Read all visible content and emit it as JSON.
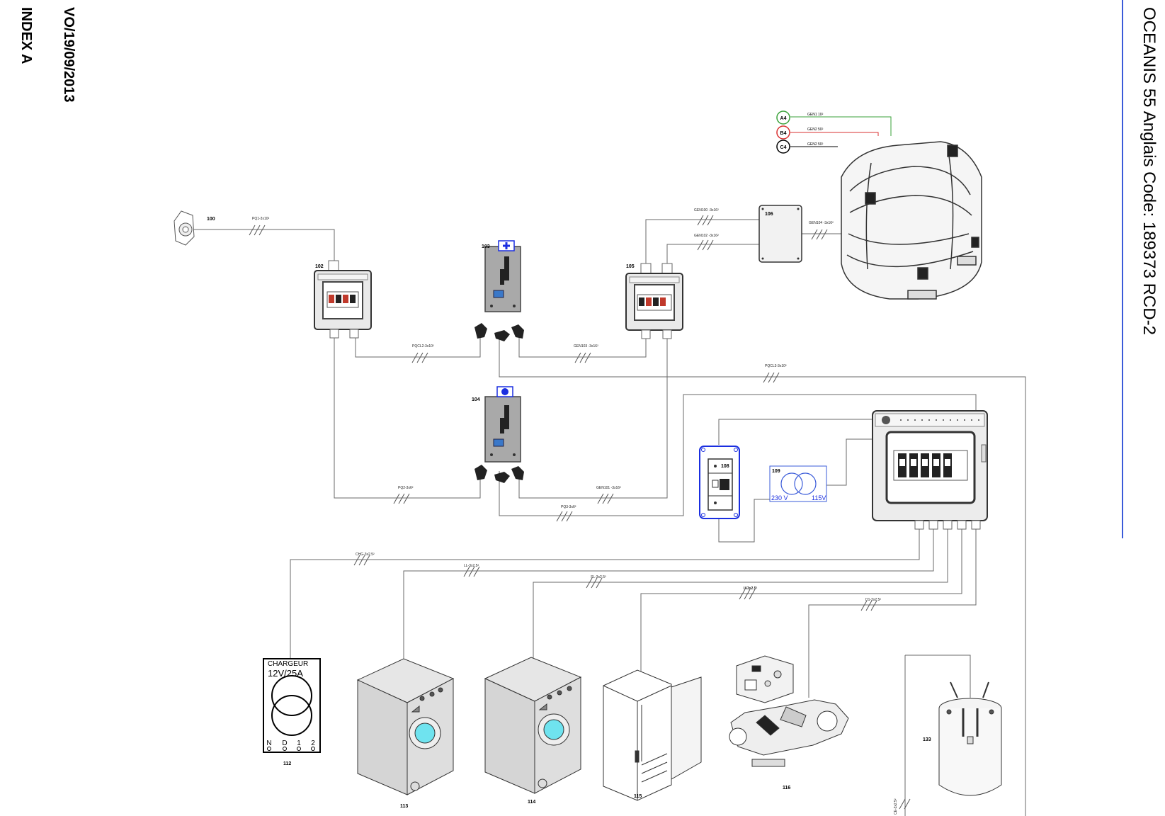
{
  "sheet": {
    "date": "VO/19/09/2013",
    "index": "INDEX A",
    "title": "OCEANIS 55 Anglais Code: 189373 RCD-2"
  },
  "components": {
    "c100": "100",
    "c102": "102",
    "c103": "103",
    "c104": "104",
    "c105": "105",
    "c106": "106",
    "c108": "108",
    "c109": "109",
    "c112": "112",
    "c113": "113",
    "c114": "114",
    "c115": "115",
    "c116": "116",
    "c133": "133"
  },
  "refs": {
    "a4": "A4",
    "b4": "B4",
    "c4": "C4",
    "gen1": "GEN1 10²",
    "gen2a": "GEN2 50²",
    "gen2b": "GEN2 50²"
  },
  "cables": {
    "pq1": "PQ1-3x10²",
    "pqcl2": "PQCL2-3x10²",
    "gen103": "GEN103 -3x16²",
    "gen100": "GEN100 -3x16²",
    "gen102": "GEN102 -3x16²",
    "gen104": "GEN104 -3x16²",
    "pqcl3": "PQCL3-3x10²",
    "pq2": "PQ2-3x6²",
    "gen101": "GEN101 -3x16²",
    "pq3": "PQ3-3x6²",
    "chg": "CHG-3x2.5²",
    "ll": "LL-3x2.5²",
    "sl": "SL-3x2.5²",
    "ia": "IA3x2.5²",
    "d1": "D1-3x2.5²",
    "ce": "CE-3x2.5²"
  },
  "transformer": {
    "primary": "230 V",
    "secondary": "115V"
  },
  "charger": {
    "name": "CHARGEUR",
    "rating": "12V/25A",
    "terminals": [
      "N",
      "D",
      "1",
      "2"
    ]
  },
  "colors": {
    "wire": "#6a6a6a",
    "green": "#3aa23a",
    "red": "#d93030",
    "blue": "#1a2ee0",
    "accent_line": "#3a5bd9",
    "panel_gray": "#a9a9a9",
    "screen": "#3a78c9",
    "drum": "#6fe3ef"
  }
}
